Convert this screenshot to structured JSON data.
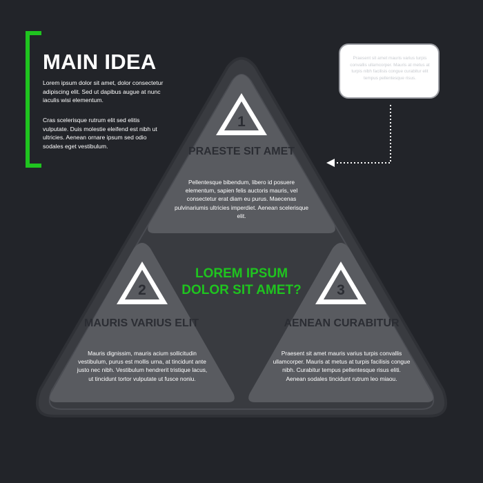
{
  "main_idea": {
    "title": "MAIN IDEA",
    "paragraph_1": "Lorem ipsum dolor sit amet, dolor consectetur adipiscing elit. Sed ut dapibus augue at nunc iaculis wisi elementum.",
    "paragraph_2": "Cras scelerisque rutrum elit sed elitis vulputate. Duis molestie eleifend est nibh ut ultricies. Aenean ornare ipsum sed odio sodales eget vestibulum."
  },
  "callout": {
    "text": "Praesent sit amet mauris varius turpis convallis ullamcorper. Mauris at metus at turpis nibh facilisis congue curabitur elit tempus pellentesque risus."
  },
  "center_question": "LOREM IPSUM DOLOR SIT AMET?",
  "steps": [
    {
      "number": "1",
      "heading": "PRAESTE SIT AMET",
      "body": "Pellentesque bibendum, libero id posuere elementum, sapien felis auctoris mauris, vel consectetur erat diam eu purus. Maecenas pulvinariumis ultricies imperdiet. Aenean scelerisque elit."
    },
    {
      "number": "2",
      "heading": "MAURIS VARIUS ELIT",
      "body": "Mauris dignissim, mauris acium sollicitudin vestibulum, purus est mollis urna, at tincidunt ante justo nec nibh. Vestibulum hendrerit tristique lacus, ut tincidunt tortor vulputate ut fusce noniu."
    },
    {
      "number": "3",
      "heading": "AENEAN CURABITUR",
      "body": "Praesent sit amet mauris varius turpis convallis ullamcorper. Mauris at metus at turpis facilisis congue nibh. Curabitur tempus pellentesque risus eliti. Aenean sodales tincidunt rutrum leo miaou."
    }
  ],
  "colors": {
    "background": "#222429",
    "outer_triangle": "#393b40",
    "inner_triangle": "#595b60",
    "accent_green": "#1fc41f",
    "heading_dark": "#2b2d33"
  }
}
